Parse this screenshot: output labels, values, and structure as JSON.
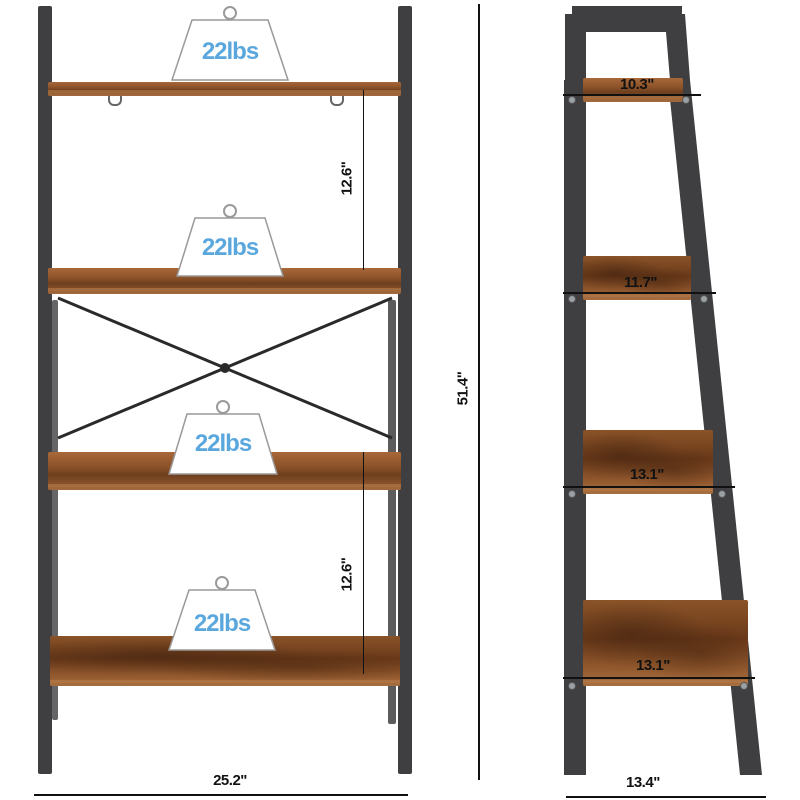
{
  "product": "4-tier ladder bookshelf dimension diagram",
  "front_view": {
    "weight_labels": [
      "22lbs",
      "22lbs",
      "22lbs",
      "22lbs"
    ],
    "shelf_spacing_labels": [
      "12.6\"",
      "12.6\""
    ],
    "width_label": "25.2\""
  },
  "side_view": {
    "shelf_depth_labels": [
      "10.3\"",
      "11.7\"",
      "13.1\"",
      "13.1\""
    ],
    "base_depth_label": "13.4\""
  },
  "height_label": "51.4\"",
  "colors": {
    "frame": "#3f3f41",
    "wood": "#8a5128",
    "weight_text": "#5aa7de",
    "dimension_text": "#111111"
  }
}
